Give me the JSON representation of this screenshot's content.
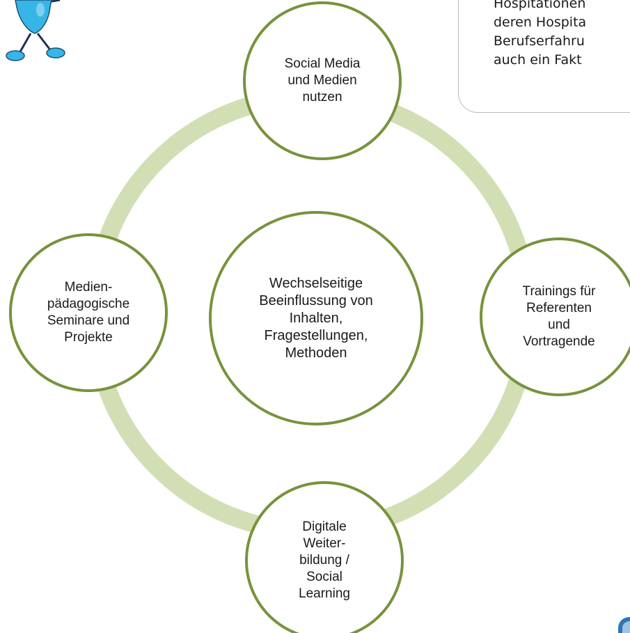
{
  "colors": {
    "ring": "#d2dfb5",
    "node_border": "#77933c",
    "mascot": "#35b6e6",
    "mascot_outline": "#1f4e79"
  },
  "icons": {
    "mascot": "cartoon-figure-icon",
    "corner": "blue-logo-icon"
  },
  "callout": {
    "lines": [
      "Hospitationen",
      "deren Hospita",
      "Berufserfahru",
      "auch ein Fakt"
    ]
  },
  "diagram": {
    "center": "Wechselseitige\nBeeinflussung von\nInhalten,\nFragestellungen,\nMethoden",
    "top": "Social Media\nund Medien\nnutzen",
    "right": "Trainings für\nReferenten\nund\nVortragende",
    "bottom": "Digitale\nWeiter-\nbildung /\nSocial\nLearning",
    "left": "Medien-\npädagogische\nSeminare und\nProjekte"
  }
}
